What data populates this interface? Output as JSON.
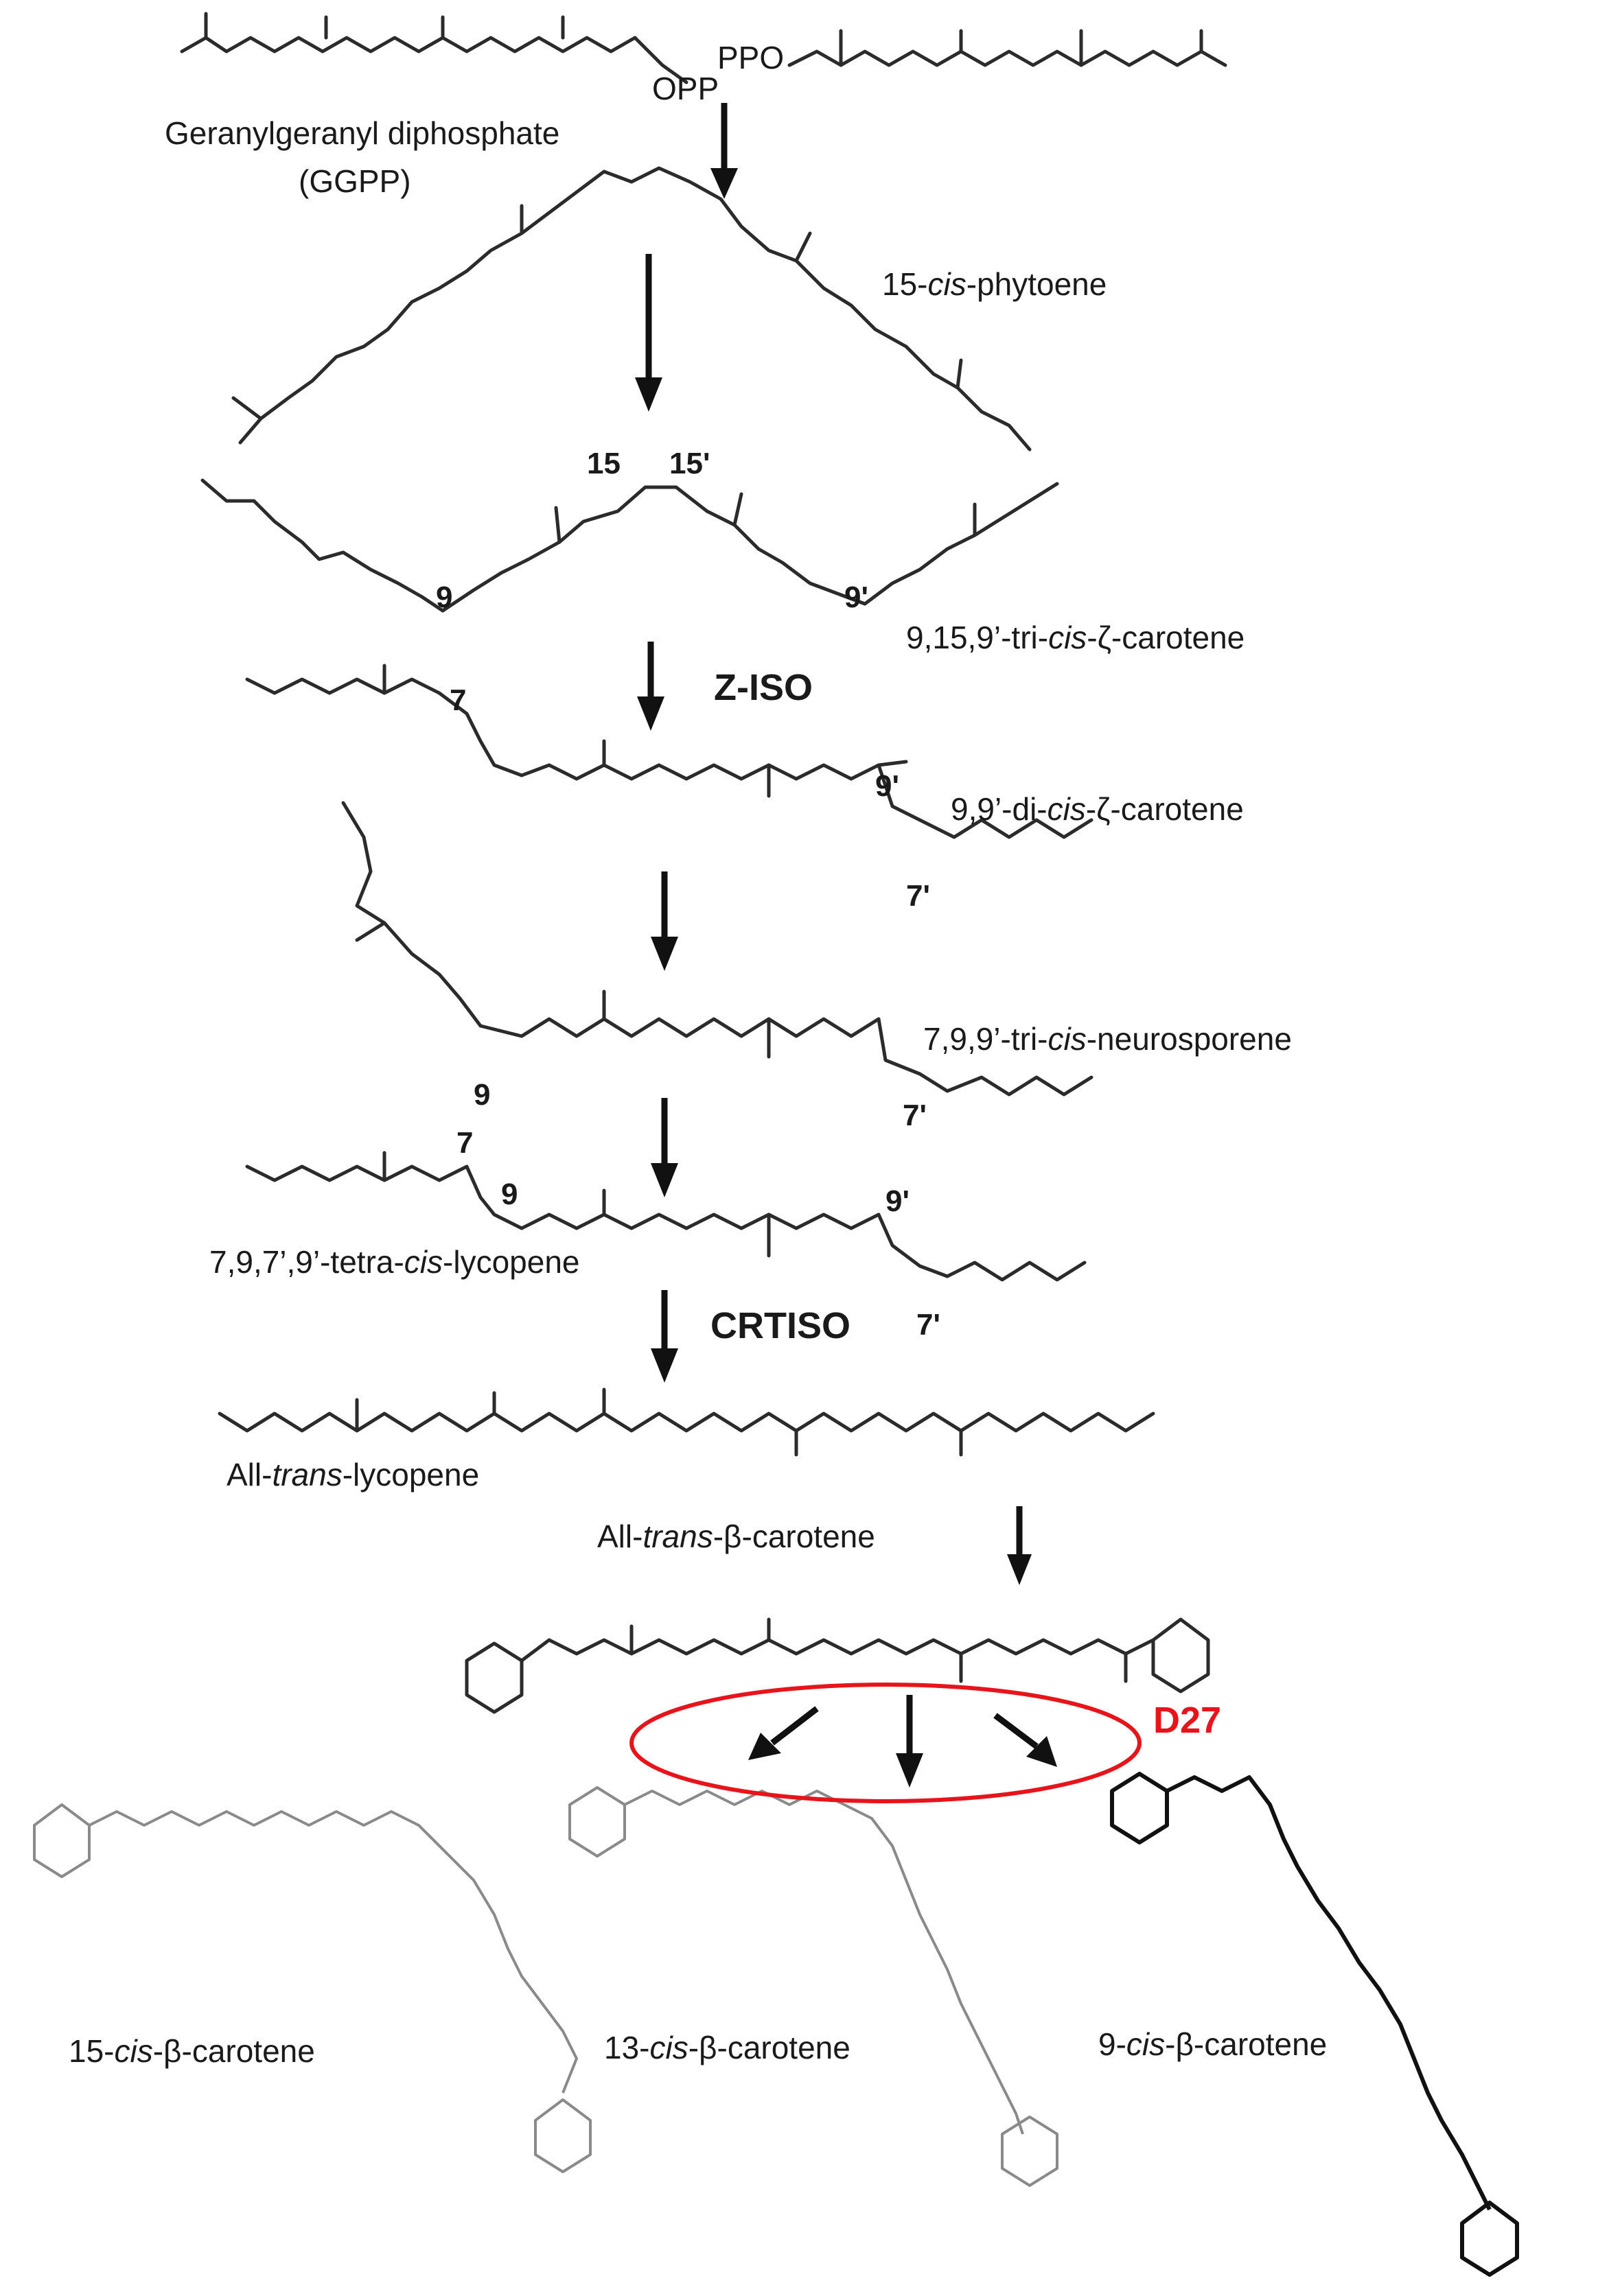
{
  "labels": {
    "ggpp_line1": "Geranylgeranyl diphosphate",
    "ggpp_line2": "(GGPP)",
    "opp": "OPP",
    "ppo": "PPO",
    "phytoene": [
      "15-",
      "cis",
      "-phytoene"
    ],
    "tri_cis_zeta": [
      "9,15,9’-tri-",
      "cis",
      "-ζ-carotene"
    ],
    "di_cis_zeta": [
      "9,9’-di-",
      "cis",
      "-ζ-carotene"
    ],
    "neurosporene": [
      "7,9,9’-tri-",
      "cis",
      "-neurosporene"
    ],
    "tetra_cis_lycopene": [
      "7,9,7’,9’-tetra-",
      "cis",
      "-lycopene"
    ],
    "all_trans_lycopene": [
      "All-",
      "trans",
      "-lycopene"
    ],
    "all_trans_beta": [
      "All-",
      "trans",
      "-β-carotene"
    ],
    "cis15_beta": [
      "15-",
      "cis",
      "-β-carotene"
    ],
    "cis13_beta": [
      "13-",
      "cis",
      "-β-carotene"
    ],
    "cis9_beta": [
      "9-",
      "cis",
      "-β-carotene"
    ]
  },
  "enzymes": {
    "zeta_isomerase": "Z-ISO",
    "carotenoid_isomerase": "CRTISO",
    "d27": "D27"
  },
  "positions": {
    "p15": "15",
    "p15prime": "15'",
    "p9": "9",
    "p9prime": "9'",
    "p7": "7",
    "p7prime": "7'"
  },
  "colors": {
    "enzyme_highlight": "#e8141b",
    "bond": "#2b2b2b",
    "faded_bond": "#8a8a8a"
  }
}
